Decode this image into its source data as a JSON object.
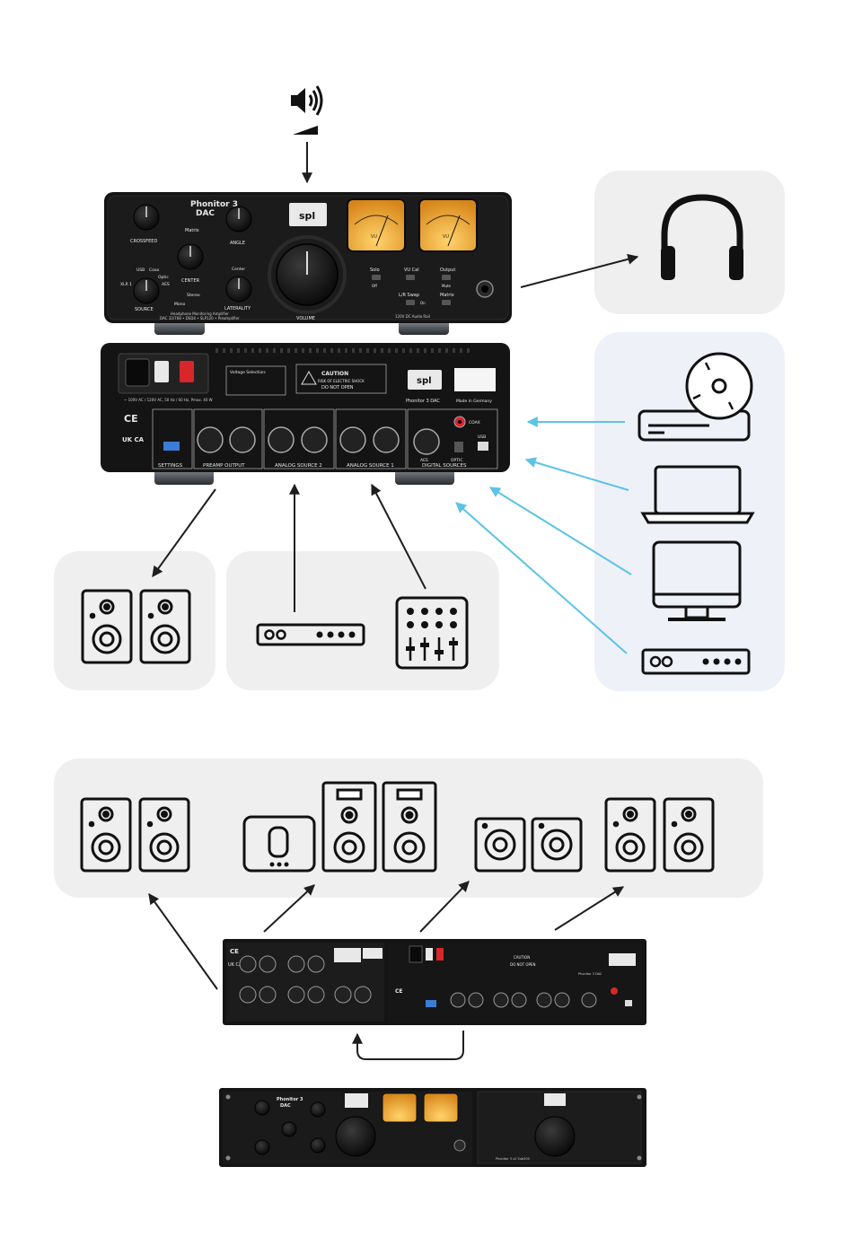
{
  "colors": {
    "panel_gray": "#efefef",
    "panel_blue": "#eef1f8",
    "device_black": "#141414",
    "arrow_dark": "#1e1e1e",
    "arrow_blue": "#5bc3e6",
    "vu_amber": "#f0a830",
    "spl_badge": "#e9e9e9"
  },
  "icons": {
    "volume": "speaker-volume-icon",
    "headphones": "headphones-icon",
    "cd_player": "cd-player-icon",
    "laptop": "laptop-icon",
    "monitor": "monitor-icon",
    "rack_unit": "rack-unit-icon",
    "mixer": "mixer-icon",
    "speaker": "speaker-icon",
    "subwoofer": "subwoofer-icon"
  },
  "front_panel": {
    "model": "Phonitor 3",
    "model_line2": "DAC",
    "brand": "spl",
    "knobs": {
      "crossfeed": "CROSSFEED",
      "angle": "ANGLE",
      "center": "CENTER",
      "source": "SOURCE",
      "laterality": "LATERALITY",
      "volume": "VOLUME"
    },
    "matrix": "Matrix",
    "stereo": "Stereo",
    "mono": "Mono",
    "source_usb": "USB",
    "source_coax": "Coax",
    "source_optic": "Optic",
    "source_aes": "AES",
    "source_xlr": "XLR 1",
    "center_label": "Center",
    "vu": "VU",
    "switches": {
      "solo": "Solo",
      "vu_cal": "VU Cal",
      "output": "Output",
      "lr_swap": "L/R Swap",
      "matrix": "Matrix",
      "off": "Off",
      "mute": "Mute",
      "on": "On"
    },
    "subtitle": "Headphone Monitoring Amplifier",
    "subtitle2": "DAC 32/768 • DSD4 • SLP120 • Preamplifier",
    "rail": "120V DC Audio Rail"
  },
  "rear_panel": {
    "voltage_title": "Voltage Selection:",
    "caution": "CAUTION",
    "caution_line1": "RISK OF ELECTRIC SHOCK",
    "caution_line2": "DO NOT OPEN",
    "model": "Phonitor 3 DAC",
    "made_in": "Made in Germany",
    "power_spec": "~ 100V AC / 120V AC, 50 Hz / 60 Hz, Pmax. 40 W",
    "sections": {
      "settings": "SETTINGS",
      "preamp_output": "PREAMP OUTPUT",
      "analog_source_2": "ANALOG SOURCE 2",
      "analog_source_1": "ANALOG SOURCE 1",
      "digital_sources": "DIGITAL SOURCES"
    },
    "coax": "COAX",
    "usb": "USB",
    "aes": "AES",
    "optic": "OPTIC",
    "ce": "CE",
    "ukca": "UK CA"
  },
  "bottom_front": {
    "model": "Phonitor 3",
    "model_line2": "DAC",
    "side_unit": "Phonitor 3 x2 Sub300"
  }
}
